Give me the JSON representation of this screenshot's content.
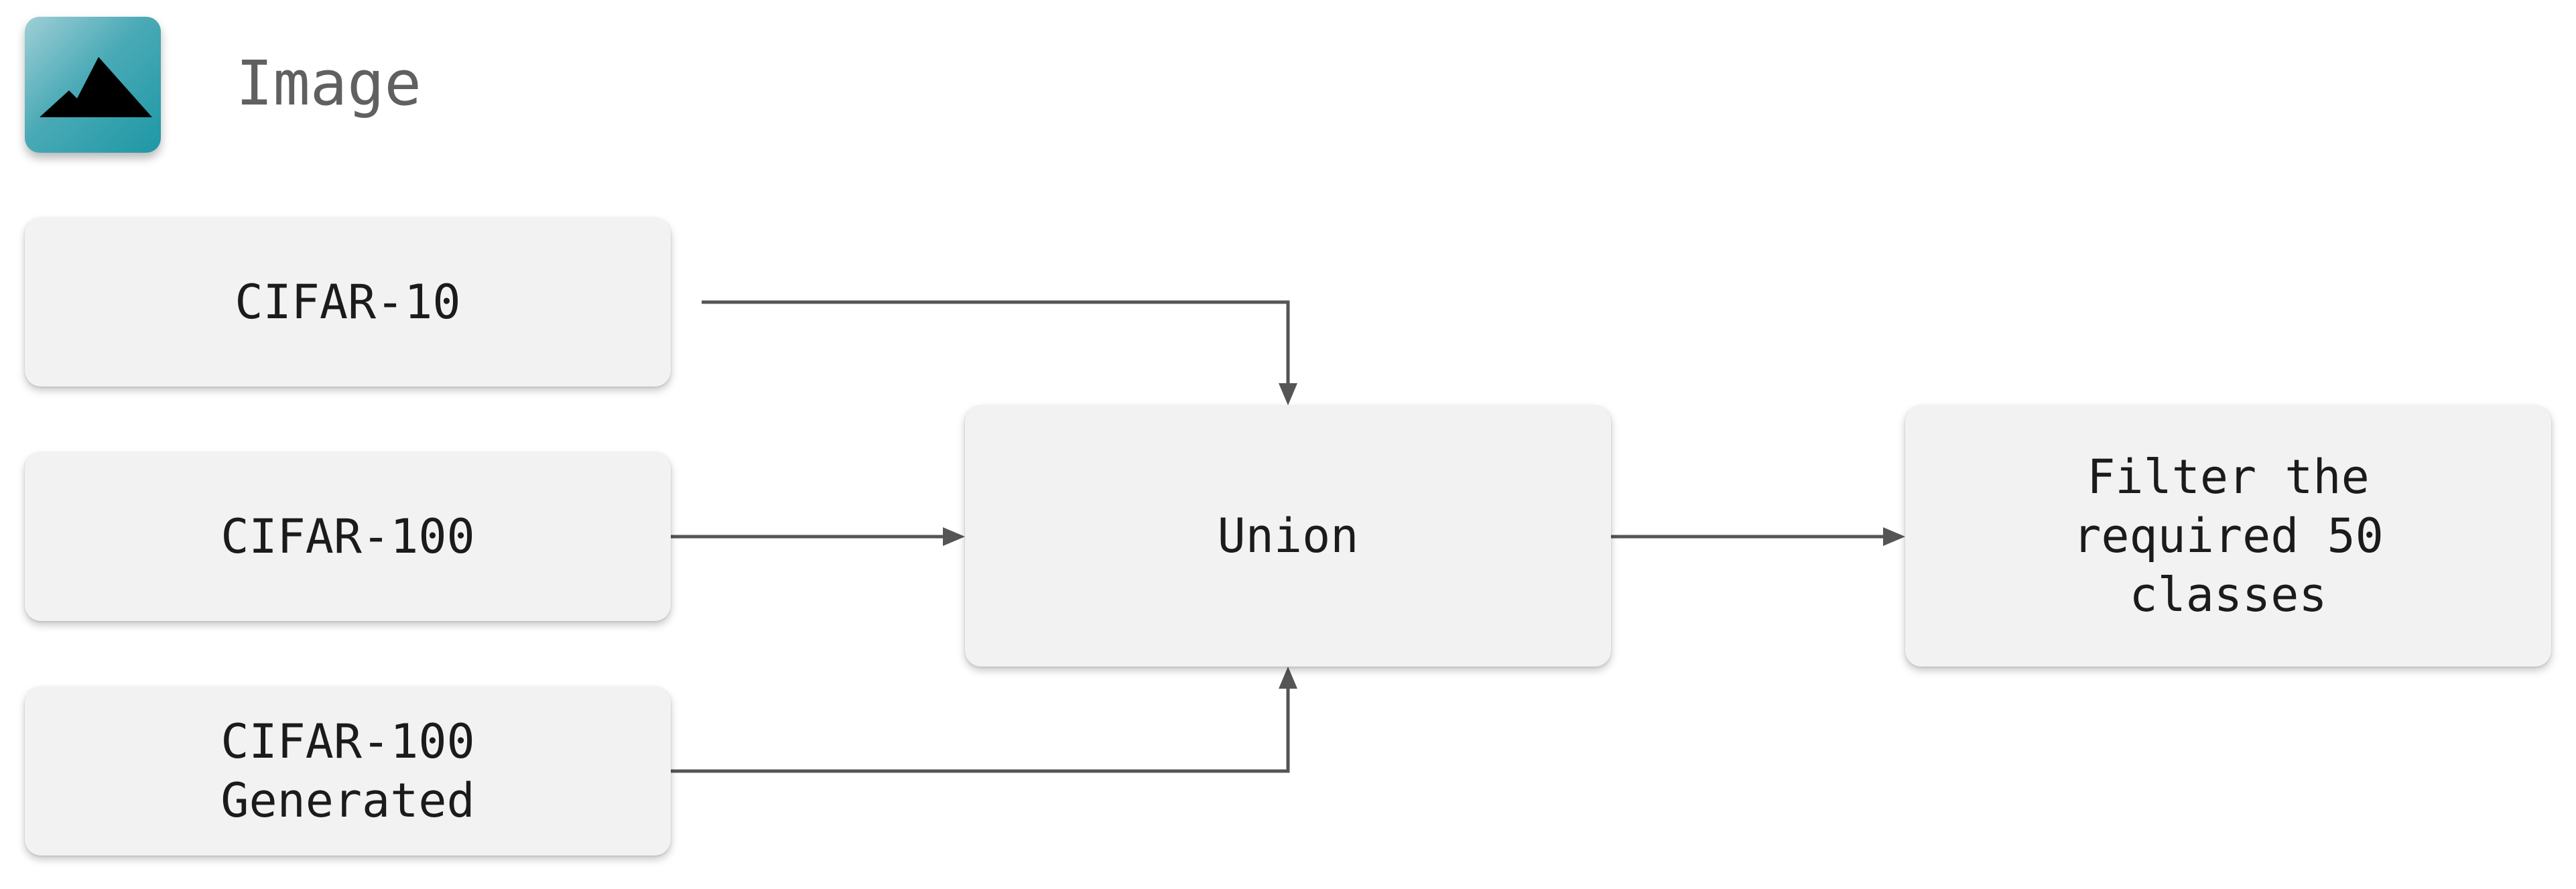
{
  "header": {
    "title": "Image",
    "icon": "mountain-icon",
    "icon_colors": {
      "gradient_start": "#9fcfd6",
      "gradient_end": "#1e97a5",
      "mountain": "#000000"
    }
  },
  "nodes": {
    "cifar10": {
      "label": "CIFAR-10"
    },
    "cifar100": {
      "label": "CIFAR-100"
    },
    "cifar100_generated": {
      "label": "CIFAR-100\nGenerated"
    },
    "union": {
      "label": "Union"
    },
    "filter": {
      "label": "Filter the\nrequired 50\nclasses"
    }
  },
  "edges": [
    {
      "from": "cifar10",
      "to": "union"
    },
    {
      "from": "cifar100",
      "to": "union"
    },
    {
      "from": "cifar100_generated",
      "to": "union"
    },
    {
      "from": "union",
      "to": "filter"
    }
  ],
  "colors": {
    "node_fill": "#f2f2f2",
    "edge": "#555555",
    "text": "#1b1b1b"
  }
}
